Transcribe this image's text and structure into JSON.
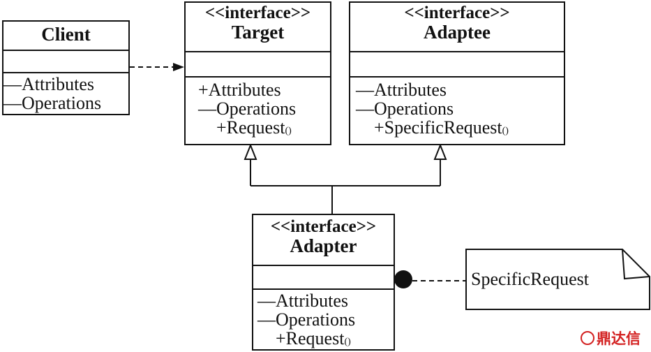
{
  "client": {
    "name": "Client",
    "attributes": "—Attributes",
    "operations": "—Operations"
  },
  "target": {
    "stereotype": "<<interface>>",
    "name": "Target",
    "attributes": "+Attributes",
    "operations": "—Operations",
    "method": "+Request",
    "method_parens": "()"
  },
  "adaptee": {
    "stereotype": "<<interface>>",
    "name": "Adaptee",
    "attributes": "—Attributes",
    "operations": "—Operations",
    "method": "+SpecificRequest",
    "method_parens": "()"
  },
  "adapter": {
    "stereotype": "<<interface>>",
    "name": "Adapter",
    "attributes": "—Attributes",
    "operations": "—Operations",
    "method": "+Request",
    "method_parens": "()"
  },
  "note": {
    "text": "SpecificRequest"
  },
  "watermark": {
    "text": "鼎达信"
  }
}
